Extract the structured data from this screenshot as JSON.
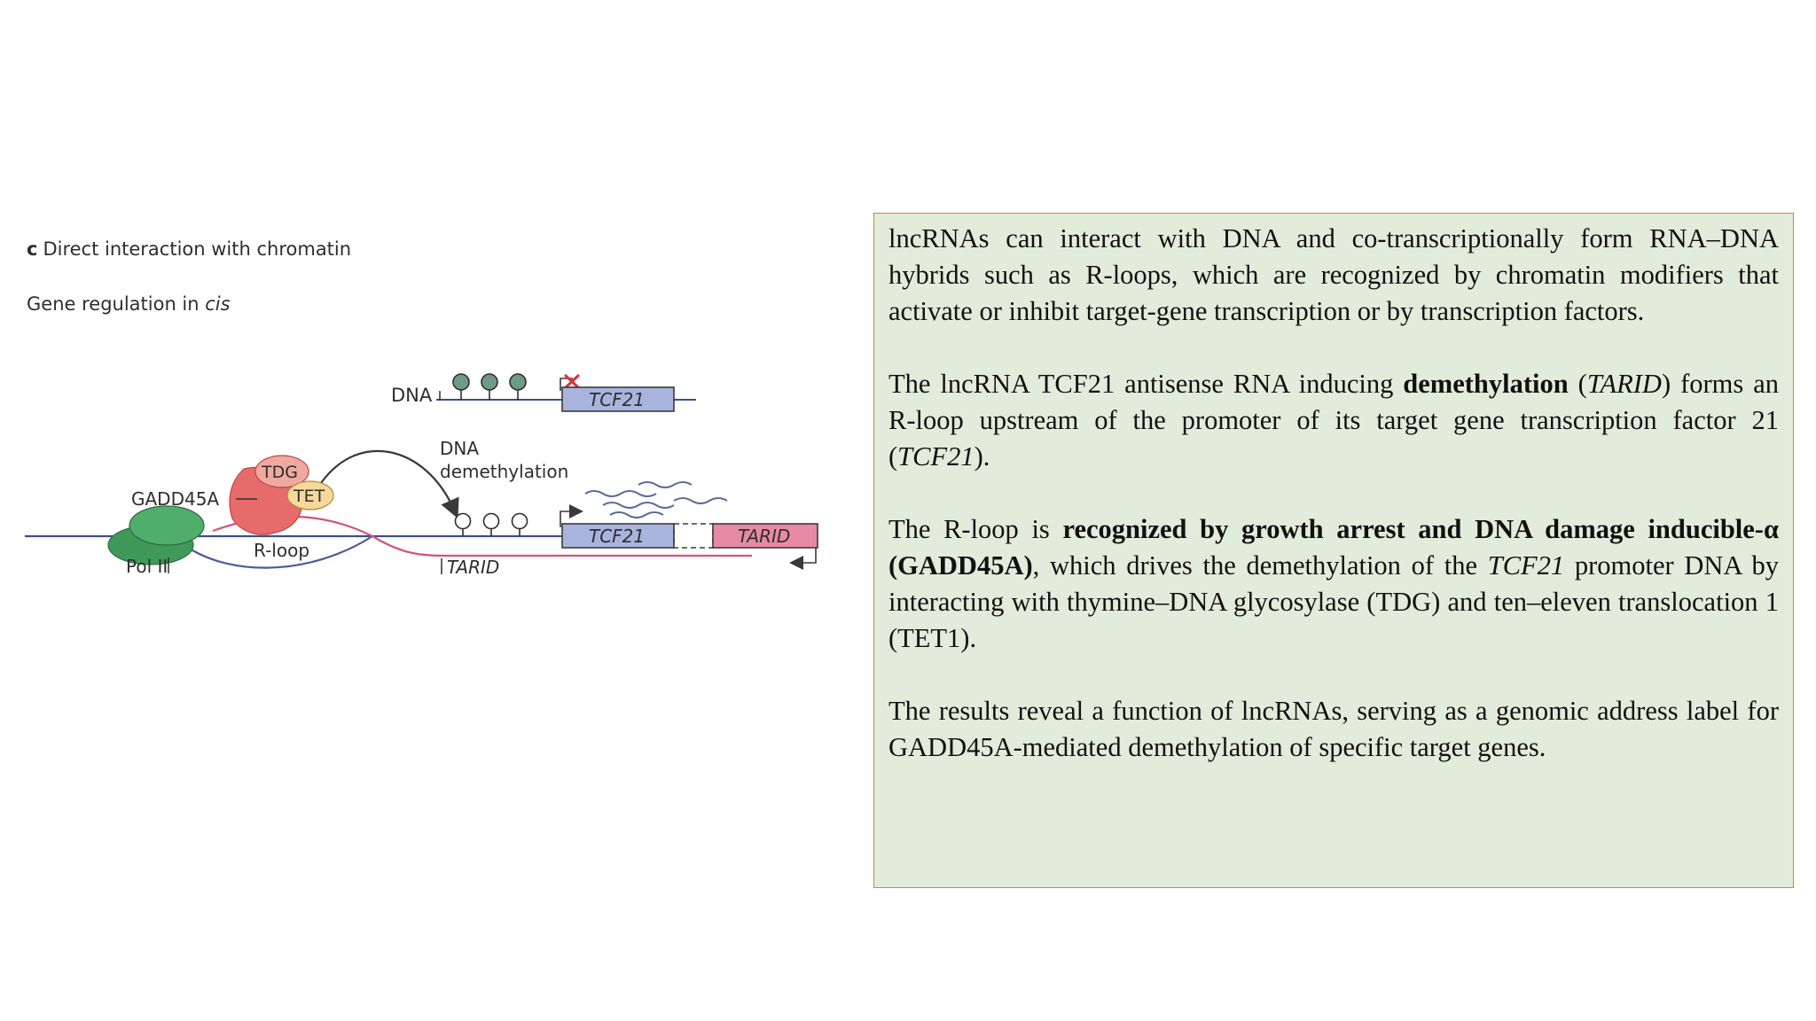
{
  "figure": {
    "panel_letter": "c",
    "panel_title": "Direct interaction with chromatin",
    "subtitle_text": "Gene regulation in",
    "subtitle_italic": "cis",
    "labels": {
      "dna": "DNA",
      "tcf21_top": "TCF21",
      "dna_demethylation_line1": "DNA",
      "dna_demethylation_line2": "demethylation",
      "tdg": "TDG",
      "tet": "TET",
      "gadd45a": "GADD45A",
      "r_loop": "R-loop",
      "pol_ii": "Pol II",
      "tcf21_bottom": "TCF21",
      "tarid_box": "TARID",
      "tarid_rna": "TARID"
    },
    "colors": {
      "methyl_filled": "#6f9a86",
      "gene_box": "#a9b4de",
      "tarid_box": "#e78aa6",
      "pol_ii": "#3f9a5a",
      "tdg": "#f0a9a0",
      "tet": "#f6d89a",
      "gadd45a": "#e86b6b",
      "rna_strand": "#d4537a",
      "dna_strand": "#3b4f8c"
    }
  },
  "textbox": {
    "p1": "lncRNAs can interact with DNA and co-transcriptionally form RNA–DNA hybrids such as R-loops, which are recognized by chromatin modifiers that activate or inhibit target-gene transcription or by transcription factors.",
    "p2_a": "The lncRNA TCF21 antisense RNA inducing ",
    "p2_bold": "demethylation",
    "p2_b": " (",
    "p2_italic1": "TARID",
    "p2_c": ") forms an R-loop upstream of the promoter of its target gene transcription factor 21 (",
    "p2_italic2": "TCF21",
    "p2_d": ").",
    "p3_a": "The R-loop is ",
    "p3_bold": "recognized by growth arrest and DNA damage inducible-α (GADD45A)",
    "p3_b": ", which drives the demethylation of the ",
    "p3_italic": "TCF21",
    "p3_c": " promoter DNA by interacting with thymine–DNA glycosylase (TDG) and ten–eleven translocation 1 (TET1).",
    "p4": "The results reveal a function of lncRNAs, serving as a genomic address label for GADD45A-mediated demethylation of specific target genes."
  }
}
